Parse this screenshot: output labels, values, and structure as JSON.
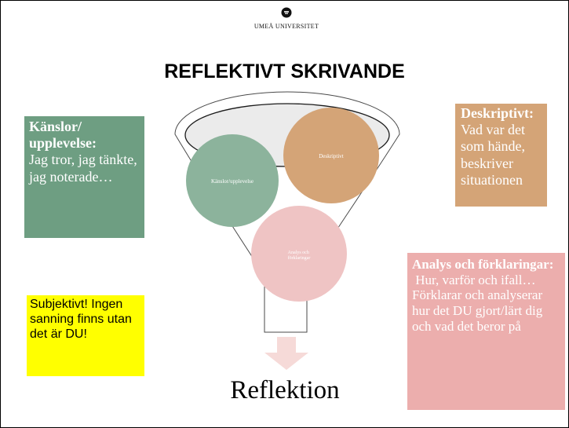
{
  "header": {
    "logo_icon": "university-seal-icon",
    "logo_text": "UMEÅ UNIVERSITET"
  },
  "title": "REFLEKTIVT SKRIVANDE",
  "funnel": {
    "circles": [
      {
        "label": "Känslor/upplevelse",
        "color": "#8cb39c"
      },
      {
        "label": "Deskriptivt",
        "color": "#d4a477"
      },
      {
        "label": "Analys och förklaringar",
        "color": "#efc4c4"
      }
    ],
    "arrow_color": "#f6dad8",
    "result": "Reflektion"
  },
  "boxes": {
    "kanslor": {
      "heading": "Känslor/ upplevelse:",
      "body": "Jag tror, jag tänkte, jag noterade…",
      "color": "#6e9e82"
    },
    "deskriptivt": {
      "heading": "Deskriptivt:",
      "body": "Vad var det som hände, beskriver situationen",
      "color": "#d4a477"
    },
    "analys": {
      "heading": "Analys och förklaringar:",
      "body1": " Hur, varför och ifall…",
      "body2": "Förklarar och analyserar hur det DU gjort/lärt dig och vad det beror på",
      "color": "#ecaead"
    },
    "subjektivt": {
      "text": "Subjektivt! Ingen sanning finns utan det är DU!",
      "color": "#ffff00"
    }
  }
}
